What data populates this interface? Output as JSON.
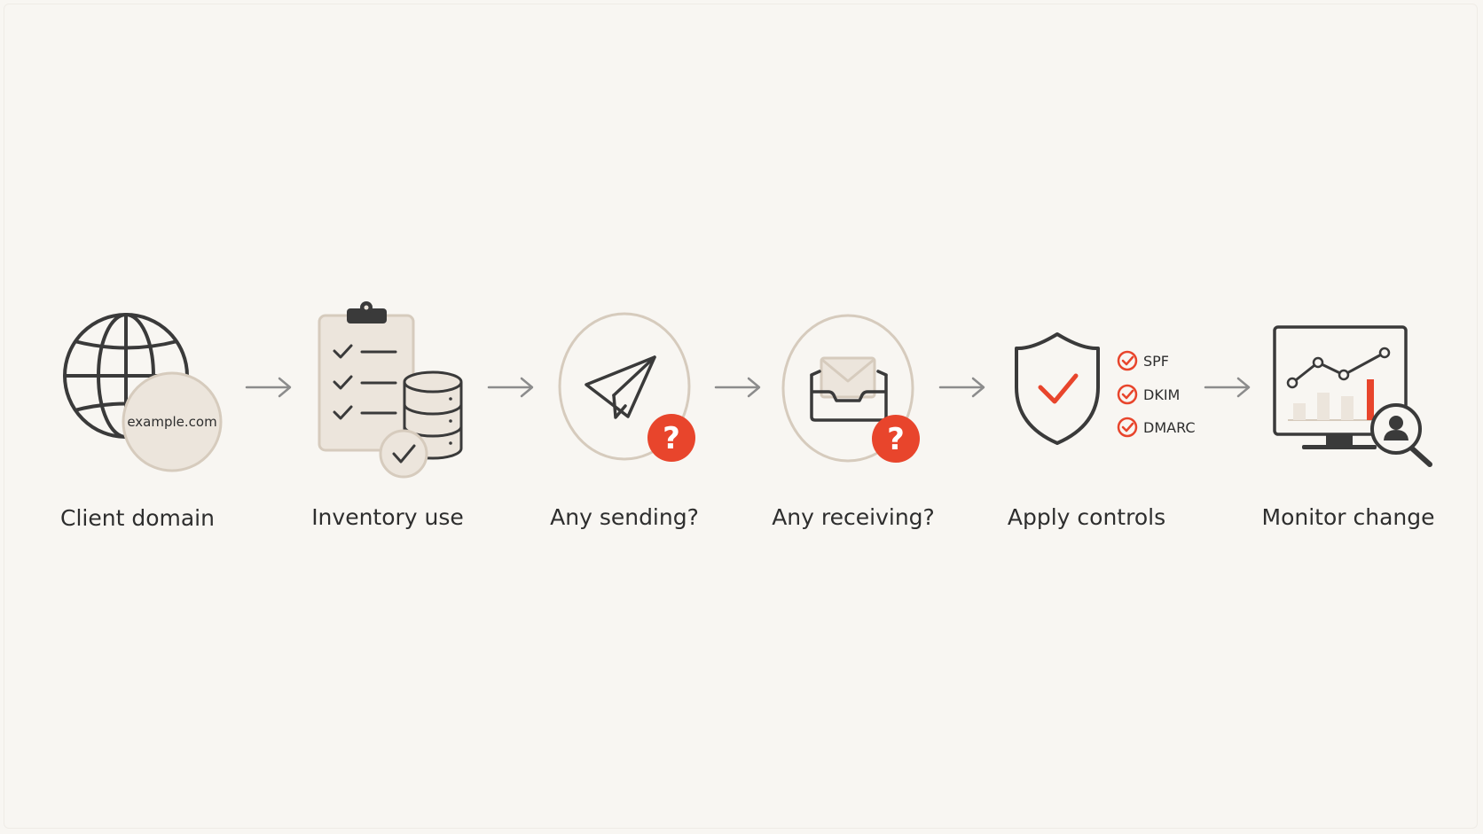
{
  "steps": [
    {
      "label": "Client domain",
      "icon": "globe-icon",
      "badge_text": "example.com"
    },
    {
      "label": "Inventory use",
      "icon": "checklist-database-icon"
    },
    {
      "label": "Any sending?",
      "icon": "paper-plane-icon",
      "badge": "question-icon"
    },
    {
      "label": "Any receiving?",
      "icon": "inbox-icon",
      "badge": "question-icon"
    },
    {
      "label": "Apply controls",
      "icon": "shield-check-icon",
      "controls": [
        "SPF",
        "DKIM",
        "DMARC"
      ]
    },
    {
      "label": "Monitor change",
      "icon": "monitor-chart-icon"
    }
  ],
  "badge_symbol": "?",
  "colors": {
    "background": "#f8f6f2",
    "stroke": "#3a3a3a",
    "accent": "#e8452c",
    "soft_fill": "#ece5dc",
    "soft_stroke": "#d6cbbd",
    "arrow": "#8c8c8c",
    "text": "#2e2e2e"
  }
}
